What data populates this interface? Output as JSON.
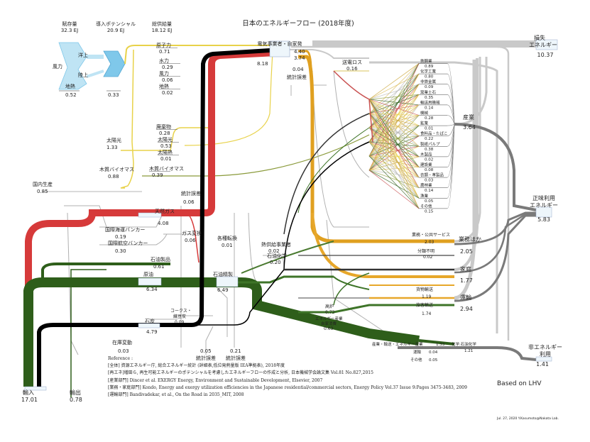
{
  "title": "日本のエネルギーフロー (2018年度)",
  "stats": [
    {
      "key": "reserve",
      "label": "賦存量",
      "value": "32.3 EJ"
    },
    {
      "key": "potential",
      "label": "導入ポテンシャル",
      "value": "20.9 EJ"
    },
    {
      "key": "supply",
      "label": "総供給量",
      "value": "18.12 EJ"
    }
  ],
  "renewables": {
    "wind": "風力",
    "offshore": "洋上",
    "onshore": "陸上",
    "geothermal": "地熱",
    "geothermal_value": "0.52",
    "potential_value": "0.33"
  },
  "supply_sources": [
    {
      "key": "nuclear",
      "label": "原子力",
      "value": "0.71"
    },
    {
      "key": "hydro",
      "label": "水力",
      "value": "0.29"
    },
    {
      "key": "wind",
      "label": "風力",
      "value": "0.06"
    },
    {
      "key": "geo",
      "label": "地熱",
      "value": "0.02"
    },
    {
      "key": "waste",
      "label": "廃棄物",
      "value": "0.28"
    },
    {
      "key": "solar_pv",
      "label": "太陽光",
      "value": "0.53"
    },
    {
      "key": "solar_heat",
      "label": "太陽熱",
      "value": "0.01"
    },
    {
      "key": "biomass",
      "label": "木質バイオマス",
      "value": "0.39"
    }
  ],
  "left_labels": [
    {
      "key": "solar_left",
      "label": "太陽光",
      "value": "1.33"
    },
    {
      "key": "biomass_left",
      "label": "木質バイオマス",
      "value": "0.88"
    },
    {
      "key": "domestic",
      "label": "国内生産",
      "value": "0.85"
    }
  ],
  "power": {
    "label": "電気事業者・自家発",
    "value_top": "4.40",
    "value_mid": "3.74",
    "value_left": "8.18",
    "loss_label": "送電ロス",
    "loss_value": "0.16",
    "stat_err_label": "統計誤差",
    "stat_err_value": "0.04"
  },
  "fuels": [
    {
      "key": "gas",
      "label": "天然ガス",
      "value": "4.08"
    },
    {
      "key": "oil",
      "label": "石油製品",
      "value": "0.61"
    },
    {
      "key": "crude",
      "label": "原油",
      "value": "6.34"
    },
    {
      "key": "refinery",
      "label": "石油精製",
      "value": "6.49"
    },
    {
      "key": "coal",
      "label": "石炭",
      "value": "4.79"
    }
  ],
  "misc": {
    "stat_err_mid": "統計誤差",
    "stat_err_mid_value": "0.06",
    "intl_ship": "国際海運バンカー",
    "intl_ship_value": "0.19",
    "intl_air": "国際航空バンカー",
    "intl_air_value": "0.30",
    "gas_conv": "ガス変換",
    "gas_conv_value": "0.06",
    "misc_conv": "各種転換",
    "misc_conv_value": "0.01",
    "heat_supply": "熱供給事業者",
    "heat_supply_value": "0.02",
    "petrochem": "石油化学",
    "petrochem_value": "0.20",
    "coke": "コークス・",
    "coke2": "練豆炭",
    "coke_value": "0.09",
    "stock": "在庫変動",
    "stock_value": "0.03",
    "stat_bottom1": "統計誤差",
    "stat_bottom1_value": "0.05",
    "stat_bottom2": "統計誤差",
    "stat_bottom2_value": "0.21",
    "blast_furnace": "高炉",
    "blast_value": "0.73",
    "self_use1": "エネルギー産業",
    "self_use2": "自家消費",
    "self_use_value": "0.63"
  },
  "industry_sectors": [
    {
      "label": "鉄鋼業",
      "value": "0.89"
    },
    {
      "label": "化学工業",
      "value": "0.80"
    },
    {
      "label": "非鉄金属",
      "value": "0.09"
    },
    {
      "label": "窯業土石",
      "value": "0.35"
    },
    {
      "label": "輸送用機械",
      "value": "0.14"
    },
    {
      "label": "機械",
      "value": "0.28"
    },
    {
      "label": "鉱業",
      "value": "0.01"
    },
    {
      "label": "食料品・たばこ",
      "value": "0.22"
    },
    {
      "label": "製紙パルプ",
      "value": "0.38"
    },
    {
      "label": "木製品",
      "value": "0.02"
    },
    {
      "label": "建設業",
      "value": "0.08"
    },
    {
      "label": "衣類・革製品",
      "value": "0.03"
    },
    {
      "label": "農林業",
      "value": "0.14"
    },
    {
      "label": "漁業",
      "value": "0.05"
    },
    {
      "label": "その他",
      "value": "0.15"
    }
  ],
  "commercial": {
    "biz_label": "業務・公共サービス",
    "biz_value": "2.03",
    "unknown_label": "分類不明",
    "unknown_value": "0.02"
  },
  "transport": {
    "freight": "貨物輸送",
    "freight_value": "1.19",
    "passenger": "旅客輸送",
    "passenger_value": "1.74"
  },
  "nonenergy_flows": {
    "industry_label": "産業・輸送・エネルギー産業",
    "industry_value": "1.33",
    "chem_label": "化学:石油化学",
    "chem_value": "1.21",
    "transport_label": "運輸",
    "transport_value": "0.04",
    "other_label": "その他",
    "other_value": "0.05"
  },
  "outputs": [
    {
      "key": "loss",
      "label": "損失",
      "label2": "エネルギー",
      "value": "10.37"
    },
    {
      "key": "industry",
      "label": "産業",
      "value": "3.64"
    },
    {
      "key": "useful",
      "label": "正味利用",
      "label2": "エネルギー",
      "value": "5.83"
    },
    {
      "key": "business",
      "label": "業務ほか",
      "value": "2.05"
    },
    {
      "key": "household",
      "label": "家庭",
      "value": "1.77"
    },
    {
      "key": "transport",
      "label": "運輸",
      "value": "2.94"
    },
    {
      "key": "nonenergy",
      "label": "非エネルギー",
      "label2": "利用",
      "value": "1.41"
    }
  ],
  "bottom": {
    "import_label": "輸入",
    "import_value": "17.01",
    "export_label": "輸出",
    "export_value": "0.78",
    "lhv": "Based on LHV",
    "footer": "Jul. 27, 2020  Y.Kasumoto@Nakata Lab."
  },
  "references": [
    "Reference :",
    "[全体] 資源エネルギー庁, 総合エネルギー統計 (詳細表,低位発熱量版 IEA準拠表), 2018年度",
    "[再エネ]増田ら, 再生可能エネルギーのポテンシャルを考慮したエネルギーフローの作成と分析, 日本機械学会論文集 Vol.81 No.827,2015",
    "[産業部門] Dincer et al. EXERGY Energy, Environment and Sustainable Development, Elsevier, 2007",
    "[業務・家庭部門] Kondo, Energy and exergy utilization efficiencies in the Japanese residential/commercial sectors, Energy Policy Vol.37 Issue 9:Pages 3475-3483, 2009",
    "[運輸部門] Bandivadekar, et al., On the Road in 2035_MIT, 2008"
  ],
  "colors": {
    "renewable": "#e8d24a",
    "electric": "#000000",
    "gas": "#d63a3a",
    "oil": "#2e5e1a",
    "coal": "#000000",
    "loss": "#c8c8c8",
    "useful": "#7a7a7a",
    "industry_fan": "#c9a437",
    "biz": "#e0a020",
    "biomass": "#8a9a3a",
    "potential_box": "#7fc8ea"
  }
}
